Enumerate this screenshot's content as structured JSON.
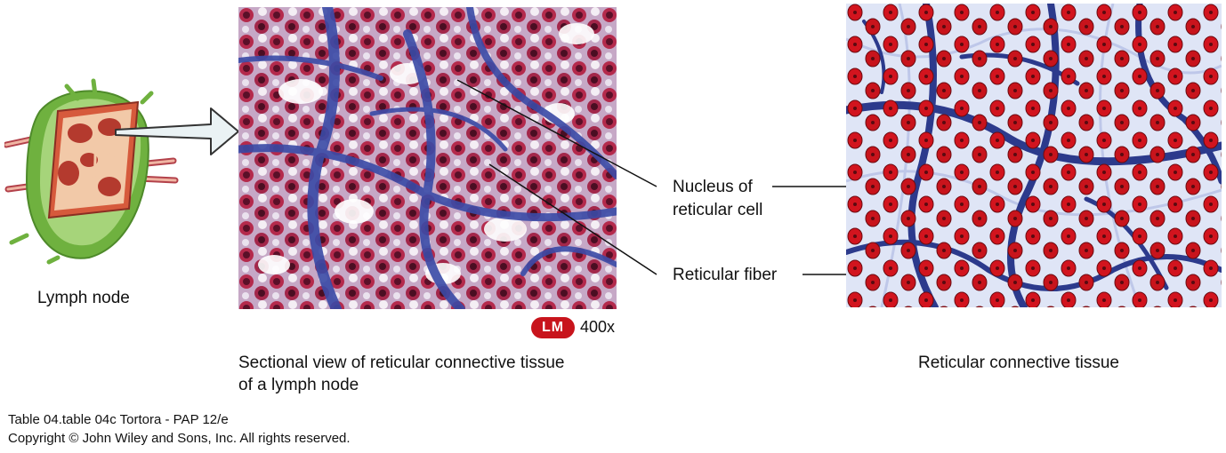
{
  "labels": {
    "lymph_node": "Lymph node",
    "nucleus_line1": "Nucleus of",
    "nucleus_line2": "reticular cell",
    "reticular_fiber": "Reticular fiber",
    "lm_badge": "LM",
    "magnification": "400x"
  },
  "captions": {
    "micrograph_line1": "Sectional view of reticular connective tissue",
    "micrograph_line2": "of a lymph node",
    "illustration": "Reticular connective tissue"
  },
  "footer": {
    "line1": "Table 04.table 04c  Tortora - PAP 12/e",
    "line2": "Copyright © John Wiley and Sons, Inc. All rights reserved."
  },
  "colors": {
    "cell_red": "#c8141c",
    "fiber_blue": "#2c3a8c",
    "node_green": "#7fc24a",
    "badge_red": "#c8141c"
  }
}
